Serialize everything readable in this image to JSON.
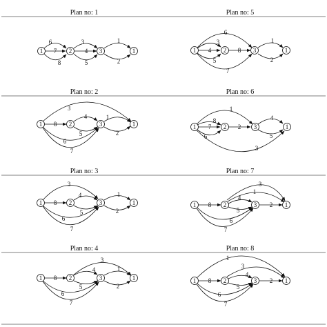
{
  "plans": [
    {
      "title": "Plan no: 1",
      "nodes": [
        {
          "id": "a",
          "label": "1"
        },
        {
          "id": "b",
          "label": "2"
        },
        {
          "id": "c",
          "label": "3"
        },
        {
          "id": "d",
          "label": "1"
        }
      ],
      "edges": [
        {
          "from": "a",
          "to": "b",
          "label": "6"
        },
        {
          "from": "a",
          "to": "b",
          "label": "7"
        },
        {
          "from": "a",
          "to": "b",
          "label": "8"
        },
        {
          "from": "b",
          "to": "c",
          "label": "3"
        },
        {
          "from": "b",
          "to": "c",
          "label": "4"
        },
        {
          "from": "b",
          "to": "c",
          "label": "5"
        },
        {
          "from": "c",
          "to": "d",
          "label": "1"
        },
        {
          "from": "c",
          "to": "d",
          "label": "2"
        }
      ]
    },
    {
      "title": "Plan no: 5",
      "nodes": [
        {
          "id": "a",
          "label": "1"
        },
        {
          "id": "b",
          "label": "2"
        },
        {
          "id": "c",
          "label": "3"
        },
        {
          "id": "d",
          "label": "1"
        }
      ],
      "edges": [
        {
          "from": "a",
          "to": "c",
          "label": "6"
        },
        {
          "from": "a",
          "to": "b",
          "label": "3"
        },
        {
          "from": "a",
          "to": "b",
          "label": "4"
        },
        {
          "from": "a",
          "to": "b",
          "label": "5"
        },
        {
          "from": "b",
          "to": "c",
          "label": "8"
        },
        {
          "from": "a",
          "to": "c",
          "label": "7"
        },
        {
          "from": "c",
          "to": "d",
          "label": "1"
        },
        {
          "from": "c",
          "to": "d",
          "label": "2"
        }
      ]
    },
    {
      "title": "Plan no: 2",
      "nodes": [
        {
          "id": "a",
          "label": "1"
        },
        {
          "id": "b",
          "label": "2"
        },
        {
          "id": "c",
          "label": "3"
        },
        {
          "id": "d",
          "label": "1"
        }
      ],
      "edges": [
        {
          "from": "a",
          "to": "d",
          "label": "3"
        },
        {
          "from": "a",
          "to": "b",
          "label": "8"
        },
        {
          "from": "b",
          "to": "c",
          "label": "4"
        },
        {
          "from": "b",
          "to": "c",
          "label": "5"
        },
        {
          "from": "a",
          "to": "c",
          "label": "6"
        },
        {
          "from": "a",
          "to": "c",
          "label": "7"
        },
        {
          "from": "c",
          "to": "d",
          "label": "1"
        },
        {
          "from": "c",
          "to": "d",
          "label": "2"
        }
      ]
    },
    {
      "title": "Plan no: 6",
      "nodes": [
        {
          "id": "a",
          "label": "1"
        },
        {
          "id": "b",
          "label": "2"
        },
        {
          "id": "c",
          "label": "3"
        },
        {
          "id": "d",
          "label": "1"
        }
      ],
      "edges": [
        {
          "from": "a",
          "to": "c",
          "label": "1"
        },
        {
          "from": "a",
          "to": "b",
          "label": "8"
        },
        {
          "from": "a",
          "to": "b",
          "label": "7"
        },
        {
          "from": "a",
          "to": "b",
          "label": "6"
        },
        {
          "from": "b",
          "to": "c",
          "label": "2"
        },
        {
          "from": "c",
          "to": "d",
          "label": "4"
        },
        {
          "from": "c",
          "to": "d",
          "label": "5"
        },
        {
          "from": "a",
          "to": "d",
          "label": "3"
        }
      ]
    },
    {
      "title": "Plan no: 3",
      "nodes": [
        {
          "id": "a",
          "label": "1"
        },
        {
          "id": "b",
          "label": "2"
        },
        {
          "id": "c",
          "label": "3"
        },
        {
          "id": "d",
          "label": "1"
        }
      ],
      "edges": [
        {
          "from": "a",
          "to": "c",
          "label": "3"
        },
        {
          "from": "a",
          "to": "b",
          "label": "8"
        },
        {
          "from": "b",
          "to": "c",
          "label": "4"
        },
        {
          "from": "b",
          "to": "c",
          "label": "5"
        },
        {
          "from": "a",
          "to": "c",
          "label": "6"
        },
        {
          "from": "a",
          "to": "c",
          "label": "7"
        },
        {
          "from": "c",
          "to": "d",
          "label": "1"
        },
        {
          "from": "c",
          "to": "d",
          "label": "2"
        }
      ]
    },
    {
      "title": "Plan no: 7",
      "nodes": [
        {
          "id": "a",
          "label": "1"
        },
        {
          "id": "b",
          "label": "2"
        },
        {
          "id": "c",
          "label": "3"
        },
        {
          "id": "d",
          "label": "1"
        }
      ],
      "edges": [
        {
          "from": "b",
          "to": "d",
          "label": "3"
        },
        {
          "from": "b",
          "to": "d",
          "label": "1"
        },
        {
          "from": "a",
          "to": "b",
          "label": "8"
        },
        {
          "from": "b",
          "to": "c",
          "label": "4"
        },
        {
          "from": "b",
          "to": "c",
          "label": "5"
        },
        {
          "from": "c",
          "to": "d",
          "label": "2"
        },
        {
          "from": "a",
          "to": "c",
          "label": "6"
        },
        {
          "from": "a",
          "to": "c",
          "label": "7"
        }
      ]
    },
    {
      "title": "Plan no: 4",
      "nodes": [
        {
          "id": "a",
          "label": "1"
        },
        {
          "id": "b",
          "label": "2"
        },
        {
          "id": "c",
          "label": "3"
        },
        {
          "id": "d",
          "label": "1"
        }
      ],
      "edges": [
        {
          "from": "b",
          "to": "d",
          "label": "3"
        },
        {
          "from": "a",
          "to": "b",
          "label": "8"
        },
        {
          "from": "b",
          "to": "c",
          "label": "4"
        },
        {
          "from": "b",
          "to": "c",
          "label": "5"
        },
        {
          "from": "c",
          "to": "d",
          "label": "1"
        },
        {
          "from": "c",
          "to": "d",
          "label": "2"
        },
        {
          "from": "a",
          "to": "c",
          "label": "6"
        },
        {
          "from": "a",
          "to": "c",
          "label": "7"
        }
      ]
    },
    {
      "title": "Plan no: 8",
      "nodes": [
        {
          "id": "a",
          "label": "1"
        },
        {
          "id": "b",
          "label": "2"
        },
        {
          "id": "c",
          "label": "3"
        },
        {
          "id": "d",
          "label": "1"
        }
      ],
      "edges": [
        {
          "from": "a",
          "to": "d",
          "label": "1"
        },
        {
          "from": "b",
          "to": "d",
          "label": "3"
        },
        {
          "from": "a",
          "to": "b",
          "label": "8"
        },
        {
          "from": "b",
          "to": "c",
          "label": "4"
        },
        {
          "from": "b",
          "to": "c",
          "label": "5"
        },
        {
          "from": "c",
          "to": "d",
          "label": "2"
        },
        {
          "from": "a",
          "to": "c",
          "label": "6"
        },
        {
          "from": "a",
          "to": "c",
          "label": "7"
        }
      ]
    }
  ]
}
